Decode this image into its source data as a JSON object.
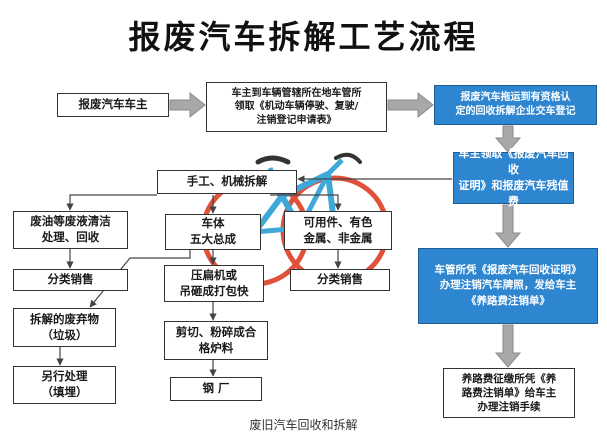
{
  "title": "报废汽车拆解工艺流程",
  "caption": "废旧汽车回收和拆解",
  "colors": {
    "accent_blue": "#2e86d1",
    "bike_red": "#e0503a",
    "bike_blue": "#3ea9d8",
    "arrow": "#9a9a9a"
  },
  "nodes": {
    "owner": "报废汽车车主",
    "apply": "车主到车辆管辖所在地车管所\n领取《机动车辆停驶、复驶/\n注销登记申请表》",
    "transport": "报废汽车拖运到有资格认\n定的回收拆解企业交车登记",
    "certificate": "车主领取《报废汽车回收\n证明》和报废汽车残值费",
    "cancel_plate": "车管所凭《报废汽车回收证明》\n办理注销汽车牌照，发给车主\n《养路费注销单》",
    "road_fee": "养路费征缴所凭《养\n路费注销单》给车主\n办理注销手续",
    "dismantle": "手工、机械拆解",
    "waste_oil": "废油等废液清洁\n处理、回收",
    "body": "车体\n五大总成",
    "parts": "可用件、有色\n金属、非金属",
    "sort_sell_1": "分类销售",
    "sort_sell_2": "分类销售",
    "press": "压扁机或\n吊砸成打包快",
    "waste": "拆解的废弃物\n（垃圾）",
    "cut": "剪切、粉碎成合\n格炉料",
    "landfill": "另行处理\n（填埋）",
    "steel_mill": "钢    厂"
  }
}
